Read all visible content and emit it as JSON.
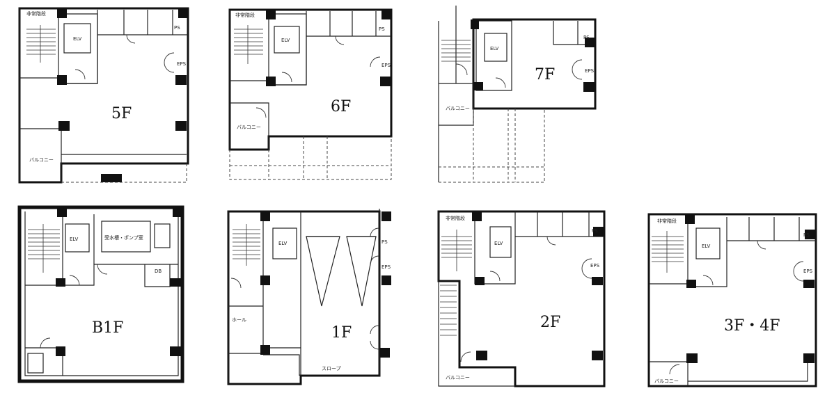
{
  "floors": [
    {
      "id": "5f",
      "label": "5F",
      "rooms": {
        "elv": "ELV",
        "ps": "PS",
        "balcony": "バルコニー",
        "stair_label": "非常階段",
        "eps": "EPS"
      }
    },
    {
      "id": "6f",
      "label": "6F",
      "rooms": {
        "elv": "ELV",
        "ps": "PS",
        "balcony": "バルコニー",
        "stair_label": "非常階段",
        "eps": "EPS"
      }
    },
    {
      "id": "7f",
      "label": "7F",
      "rooms": {
        "elv": "ELV",
        "ps": "PS",
        "balcony": "バルコニー",
        "eps": "EPS"
      }
    },
    {
      "id": "b1f",
      "label": "B1F",
      "rooms": {
        "elv": "ELV",
        "machine": "受水槽・ポンプ室",
        "db": "DB"
      }
    },
    {
      "id": "1f",
      "label": "1F",
      "rooms": {
        "elv": "ELV",
        "ps": "PS",
        "eps": "EPS",
        "hall": "ホール",
        "slope": "スロープ"
      }
    },
    {
      "id": "2f",
      "label": "2F",
      "rooms": {
        "elv": "ELV",
        "ps": "PS",
        "stair_label": "非常階段",
        "balcony": "バルコニー",
        "eps": "EPS"
      }
    },
    {
      "id": "3f4f",
      "label": "3F・4F",
      "rooms": {
        "elv": "ELV",
        "ps": "PS",
        "stair_label": "非常階段",
        "balcony": "バルコニー",
        "eps": "EPS"
      }
    }
  ]
}
